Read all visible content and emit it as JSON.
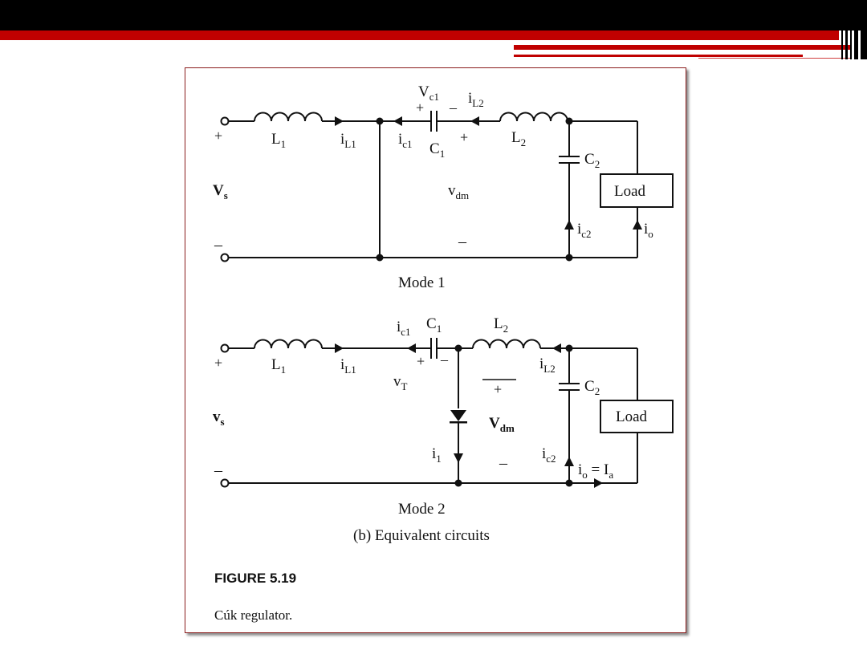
{
  "figure": {
    "number": "FIGURE 5.19",
    "caption": "Cúk regulator."
  },
  "mode1": {
    "title": "Mode 1",
    "labels": {
      "vc1": "V",
      "vc1_sub": "c1",
      "il2": "i",
      "il2_sub": "L2",
      "plus_c1": "+",
      "minus_c1": "–",
      "l1": "L",
      "l1_sub": "1",
      "il1": "i",
      "il1_sub": "L1",
      "ic1": "i",
      "ic1_sub": "c1",
      "c1": "C",
      "c1_sub": "1",
      "plus_right": "+",
      "l2": "L",
      "l2_sub": "2",
      "c2": "C",
      "c2_sub": "2",
      "plus_src": "+",
      "vs": "V",
      "vs_sub": "s",
      "vdm": "v",
      "vdm_sub": "dm",
      "load": "Load",
      "ic2": "i",
      "ic2_sub": "c2",
      "io": "i",
      "io_sub": "o",
      "minus_src": "–",
      "minus_mid": "–"
    }
  },
  "mode2": {
    "title": "Mode 2",
    "labels": {
      "ic1": "i",
      "ic1_sub": "c1",
      "c1": "C",
      "c1_sub": "1",
      "l2": "L",
      "l2_sub": "2",
      "plus_src": "+",
      "l1": "L",
      "l1_sub": "1",
      "il1": "i",
      "il1_sub": "L1",
      "plus_c1": "+",
      "minus_c1": "–",
      "il2": "i",
      "il2_sub": "L2",
      "vt": "v",
      "vt_sub": "T",
      "plus_mid": "+",
      "c2": "C",
      "c2_sub": "2",
      "vs": "v",
      "vs_sub": "s",
      "vdm": "V",
      "vdm_sub": "dm",
      "load": "Load",
      "i1": "i",
      "i1_sub": "1",
      "ic2": "i",
      "ic2_sub": "c2",
      "io": "i",
      "io_sub": "o",
      "io_eq": " = I",
      "io_eq_sub": "a",
      "minus_src": "–",
      "minus_mid": "–"
    }
  },
  "subtitle": "(b) Equivalent circuits"
}
